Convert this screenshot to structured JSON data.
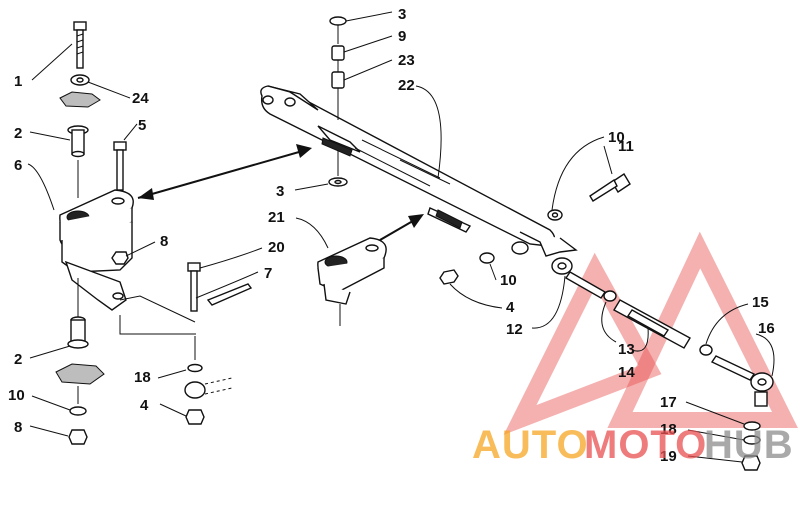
{
  "colors": {
    "watermark_orange": "#f5a623",
    "watermark_red": "#e85050",
    "watermark_gray": "#8c8c8c",
    "line": "#111111"
  },
  "callouts": {
    "c1": "1",
    "c2a": "2",
    "c2b": "2",
    "c3a": "3",
    "c3b": "3",
    "c4a": "4",
    "c4b": "4",
    "c5": "5",
    "c6": "6",
    "c7": "7",
    "c8a": "8",
    "c8b": "8",
    "c9": "9",
    "c10a": "10",
    "c10b": "10",
    "c10c": "10",
    "c11": "11",
    "c12": "12",
    "c13": "13",
    "c14": "14",
    "c15": "15",
    "c16": "16",
    "c17": "17",
    "c18a": "18",
    "c18b": "18",
    "c19": "19",
    "c20": "20",
    "c21": "21",
    "c22": "22",
    "c23": "23",
    "c24": "24"
  },
  "watermark": {
    "part1": "AUTO",
    "part2": "MOTO",
    "part3": "HUB"
  }
}
